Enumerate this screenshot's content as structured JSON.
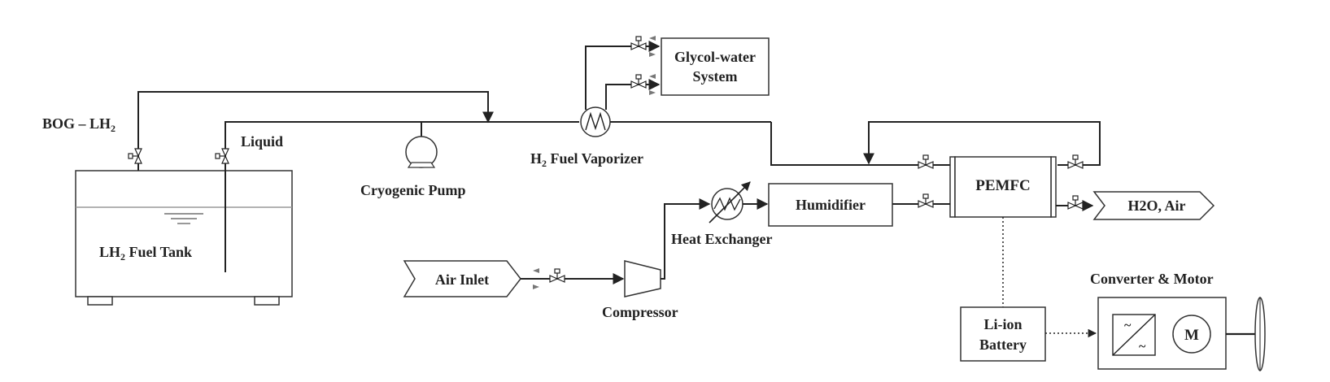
{
  "labels": {
    "bog": "BOG – LH",
    "bog_sub": "2",
    "liquid": "Liquid",
    "tank": "LH",
    "tank_sub": "2",
    "tank_suffix": " Fuel Tank",
    "pump": "Cryogenic Pump",
    "vaporizer_prefix": "H",
    "vaporizer_sub": "2",
    "vaporizer_suffix": " Fuel Vaporizer",
    "glycol_line1": "Glycol-water",
    "glycol_line2": "System",
    "heat_exchanger": "Heat Exchanger",
    "humidifier": "Humidifier",
    "pemfc": "PEMFC",
    "exhaust": "H2O, Air",
    "air_inlet": "Air Inlet",
    "compressor": "Compressor",
    "battery_line1": "Li-ion",
    "battery_line2": "Battery",
    "converter_motor": "Converter & Motor",
    "motor_symbol": "M",
    "inverter_top": "~",
    "inverter_bottom": "~"
  },
  "colors": {
    "line": "#222222",
    "water_level": "#999999"
  }
}
